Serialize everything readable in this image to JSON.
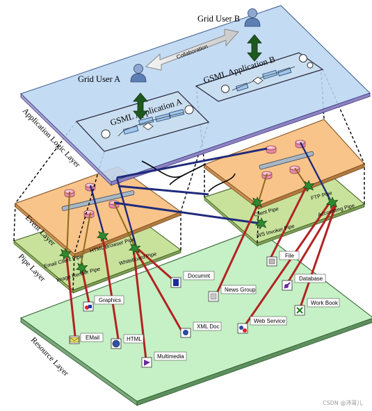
{
  "users": {
    "user_a": "Grid User A",
    "user_b": "Grid User B",
    "collaboration": "Collaboration"
  },
  "apps": {
    "app_a": "GSML Application A",
    "app_b": "GSML Application B"
  },
  "layers": {
    "application": "Application Logic Layer",
    "event": "Event Layer",
    "pipe": "Pipe Layer",
    "resource": "Resource Layer"
  },
  "pipes": {
    "email_client": "Email Client Pipe",
    "image_render": "Image Render Pipe",
    "html_browser": "HTML Browser Pipe",
    "whiteboard": "Whiteboard Pipe",
    "client": "Client Pipe",
    "ws_invoker": "WS Invoker Pipe",
    "ftp": "FTP Pipe",
    "accounting": "Accounting Pipe"
  },
  "resources": {
    "email": "EMail",
    "graphics": "Graphics",
    "html": "HTML",
    "multimedia": "Multimedia",
    "document": "Documnt",
    "xml_doc": "XML Doc",
    "news_group": "News Group",
    "web_service": "Web Service",
    "file": "File",
    "database": "Database",
    "work_book": "Work Book"
  },
  "watermark": "CSDN @沛哥儿",
  "colors": {
    "app_plane": "#bcd6f2",
    "event_plane": "#f8c48a",
    "pipe_plane": "#c8e29c",
    "resource_plane": "#c6f0c6",
    "pipe_link": "#b22222",
    "event_link": "#1f2a7a",
    "user_arrow": "#1e5a1e",
    "pipe_star": "#2f8a2f"
  }
}
